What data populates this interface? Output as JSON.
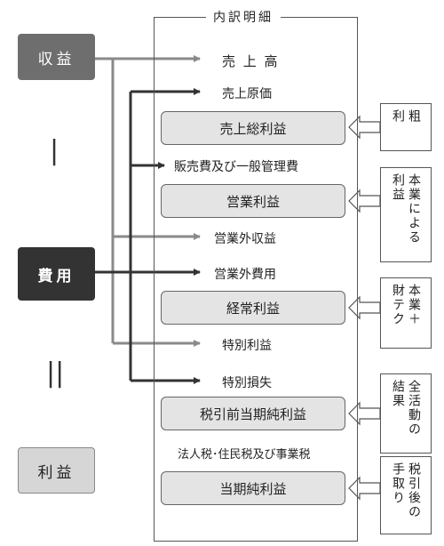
{
  "left_boxes": {
    "revenue": "収益",
    "expense": "費用",
    "profit": "利益"
  },
  "operators": {
    "minus": "|",
    "equals": "||"
  },
  "panel_title": "内訳明細",
  "items": {
    "sales": "売 上 高",
    "cost_of_sales": "売上原価",
    "sga": "販売費及び一般管理費",
    "non_op_income": "営業外収益",
    "non_op_expense": "営業外費用",
    "extraordinary_gain": "特別利益",
    "extraordinary_loss": "特別損失",
    "taxes": "法人税･住民税及び事業税"
  },
  "profits": {
    "gross": "売上総利益",
    "operating": "営業利益",
    "ordinary": "経常利益",
    "pretax": "税引前当期純利益",
    "net": "当期純利益"
  },
  "notes": {
    "gross": [
      "粗",
      "利"
    ],
    "operating": [
      "本業による",
      "利益"
    ],
    "ordinary": [
      "本業＋",
      "財テク"
    ],
    "pretax": [
      "全活動の",
      "結果"
    ],
    "net": [
      "税引後の",
      "手取り"
    ]
  },
  "colors": {
    "revenue_flow": "#8a8a8a",
    "expense_flow": "#333333"
  }
}
